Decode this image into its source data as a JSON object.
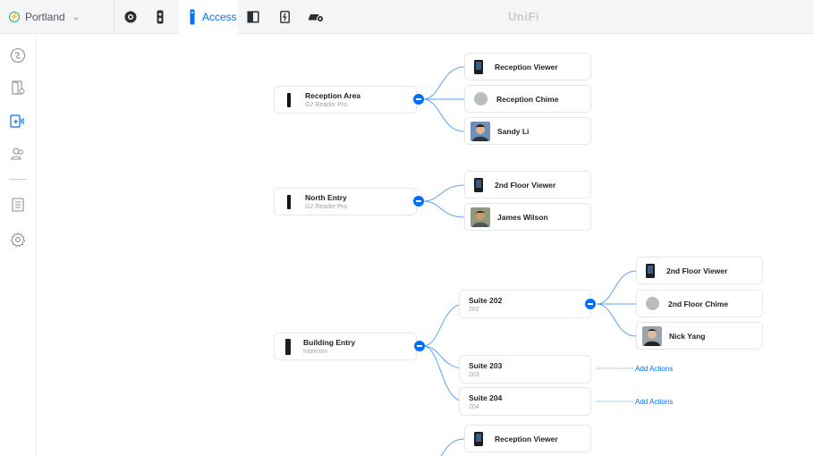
{
  "topbar": {
    "site_name": "Portland",
    "access_label": "Access",
    "brand": "UniFi",
    "apps": [
      "protect-icon",
      "doorbell-icon",
      "access-icon",
      "door-icon",
      "connect-icon",
      "vehicle-icon"
    ]
  },
  "sidebar": {
    "items": [
      "dashboard-icon",
      "doors-icon",
      "devices-icon",
      "users-icon",
      "logs-icon",
      "settings-icon"
    ]
  },
  "colors": {
    "accent": "#006fff",
    "line": "#5aa3f0",
    "online": "#2fb36a"
  },
  "tree": {
    "reception_area": {
      "title": "Reception Area",
      "sub": "G2 Reader Pro"
    },
    "north_entry": {
      "title": "North Entry",
      "sub": "G2 Reader Pro"
    },
    "building_entry": {
      "title": "Building Entry",
      "sub": "Intercom"
    },
    "reception_viewer": "Reception Viewer",
    "reception_chime": "Reception Chime",
    "sandy_li": "Sandy Li",
    "floor2_viewer_a": "2nd Floor Viewer",
    "james_wilson": "James Wilson",
    "suite202": {
      "title": "Suite 202",
      "sub": "202"
    },
    "suite203": {
      "title": "Suite 203",
      "sub": "203"
    },
    "suite204": {
      "title": "Suite 204",
      "sub": "204"
    },
    "floor2_viewer_b": "2nd Floor Viewer",
    "floor2_chime": "2nd Floor Chime",
    "nick_yang": "Nick Yang",
    "add_actions_203": "Add Actions",
    "add_actions_204": "Add Actions",
    "reception_viewer_2": "Reception Viewer"
  }
}
